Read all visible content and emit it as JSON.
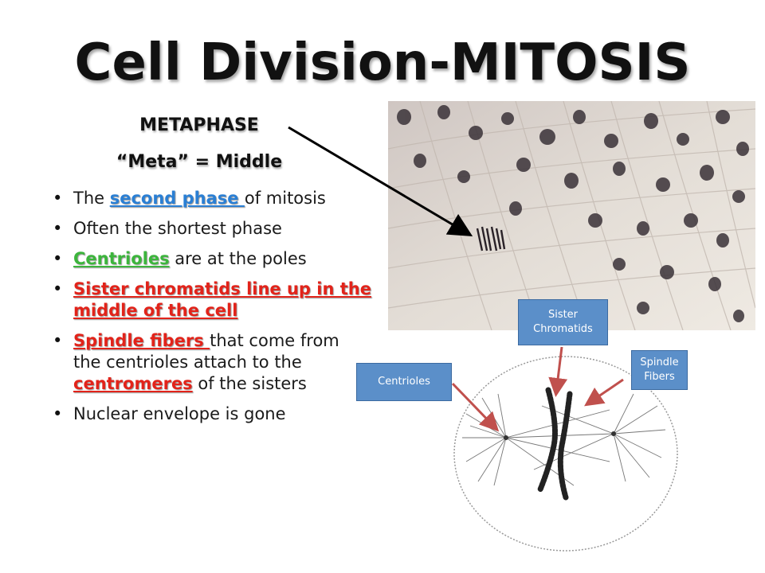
{
  "title": "Cell Division-MITOSIS",
  "phase_heading": "METAPHASE",
  "meaning": "“Meta” = Middle",
  "bullets": [
    {
      "pre": "The ",
      "highlight": "second phase ",
      "post": "of mitosis",
      "color": "#2a7fd4"
    },
    {
      "text": "Often the shortest phase"
    },
    {
      "highlight": "Centrioles",
      "post": " are at the poles",
      "color": "#3cb53c"
    },
    {
      "highlight": "Sister chromatids line up in the middle of the cell",
      "color": "#e2231a"
    },
    {
      "highlight": "Spindle fibers ",
      "mid": "that come from the centrioles attach to the ",
      "highlight2": "centromeres",
      "post": " of the sisters",
      "color": "#e2231a"
    },
    {
      "text": "Nuclear envelope is gone"
    }
  ],
  "callouts": {
    "sister": "Sister Chromatids",
    "spindle": "Spindle Fibers",
    "centrioles": "Centrioles"
  },
  "colors": {
    "callout_fill": "#5b8fc9",
    "callout_arrow": "#c0504d",
    "blue_text": "#2a7fd4",
    "green_text": "#3cb53c",
    "red_text": "#e2231a"
  }
}
